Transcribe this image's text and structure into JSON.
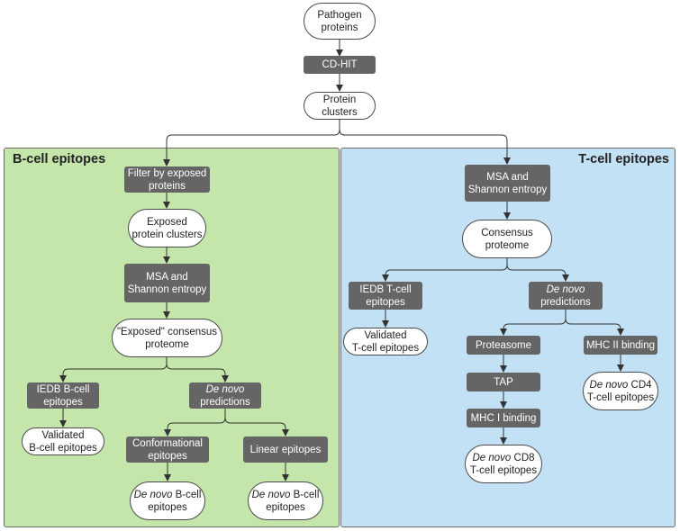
{
  "panels": {
    "b_cell_title": "B-cell epitopes",
    "t_cell_title": "T-cell epitopes"
  },
  "nodes": {
    "pathogen_proteins": "Pathogen\nproteins",
    "cd_hit": "CD-HIT",
    "protein_clusters": "Protein\nclusters",
    "filter_exposed": "Filter by exposed\nproteins",
    "exposed_clusters": "Exposed\nprotein clusters",
    "msa_b": "MSA and\nShannon entropy",
    "exposed_consensus": "\"Exposed\" consensus\nproteome",
    "iedb_b": "IEDB B-cell\nepitopes",
    "validated_b": "Validated\nB-cell epitopes",
    "denovo_pred_b_em": "De novo",
    "denovo_pred_b_rest": "predictions",
    "conformational": "Conformational\nepitopes",
    "linear": "Linear epitopes",
    "denovo_bcell_conf_em": "De novo",
    "denovo_bcell_conf_rest": " B-cell\nepitopes",
    "denovo_bcell_lin_em": "De novo",
    "denovo_bcell_lin_rest": " B-cell\nepitopes",
    "msa_t": "MSA and\nShannon entropy",
    "consensus": "Consensus\nproteome",
    "iedb_t": "IEDB T-cell\nepitopes",
    "validated_t": "Validated\nT-cell epitopes",
    "denovo_pred_t_em": "De novo",
    "denovo_pred_t_rest": "predictions",
    "proteasome": "Proteasome",
    "tap": "TAP",
    "mhc1": "MHC I binding",
    "mhc2": "MHC II binding",
    "cd8_em": "De novo",
    "cd8_rest": " CD8\nT-cell epitopes",
    "cd4_em": "De novo",
    "cd4_rest": " CD4\nT-cell epitopes"
  }
}
